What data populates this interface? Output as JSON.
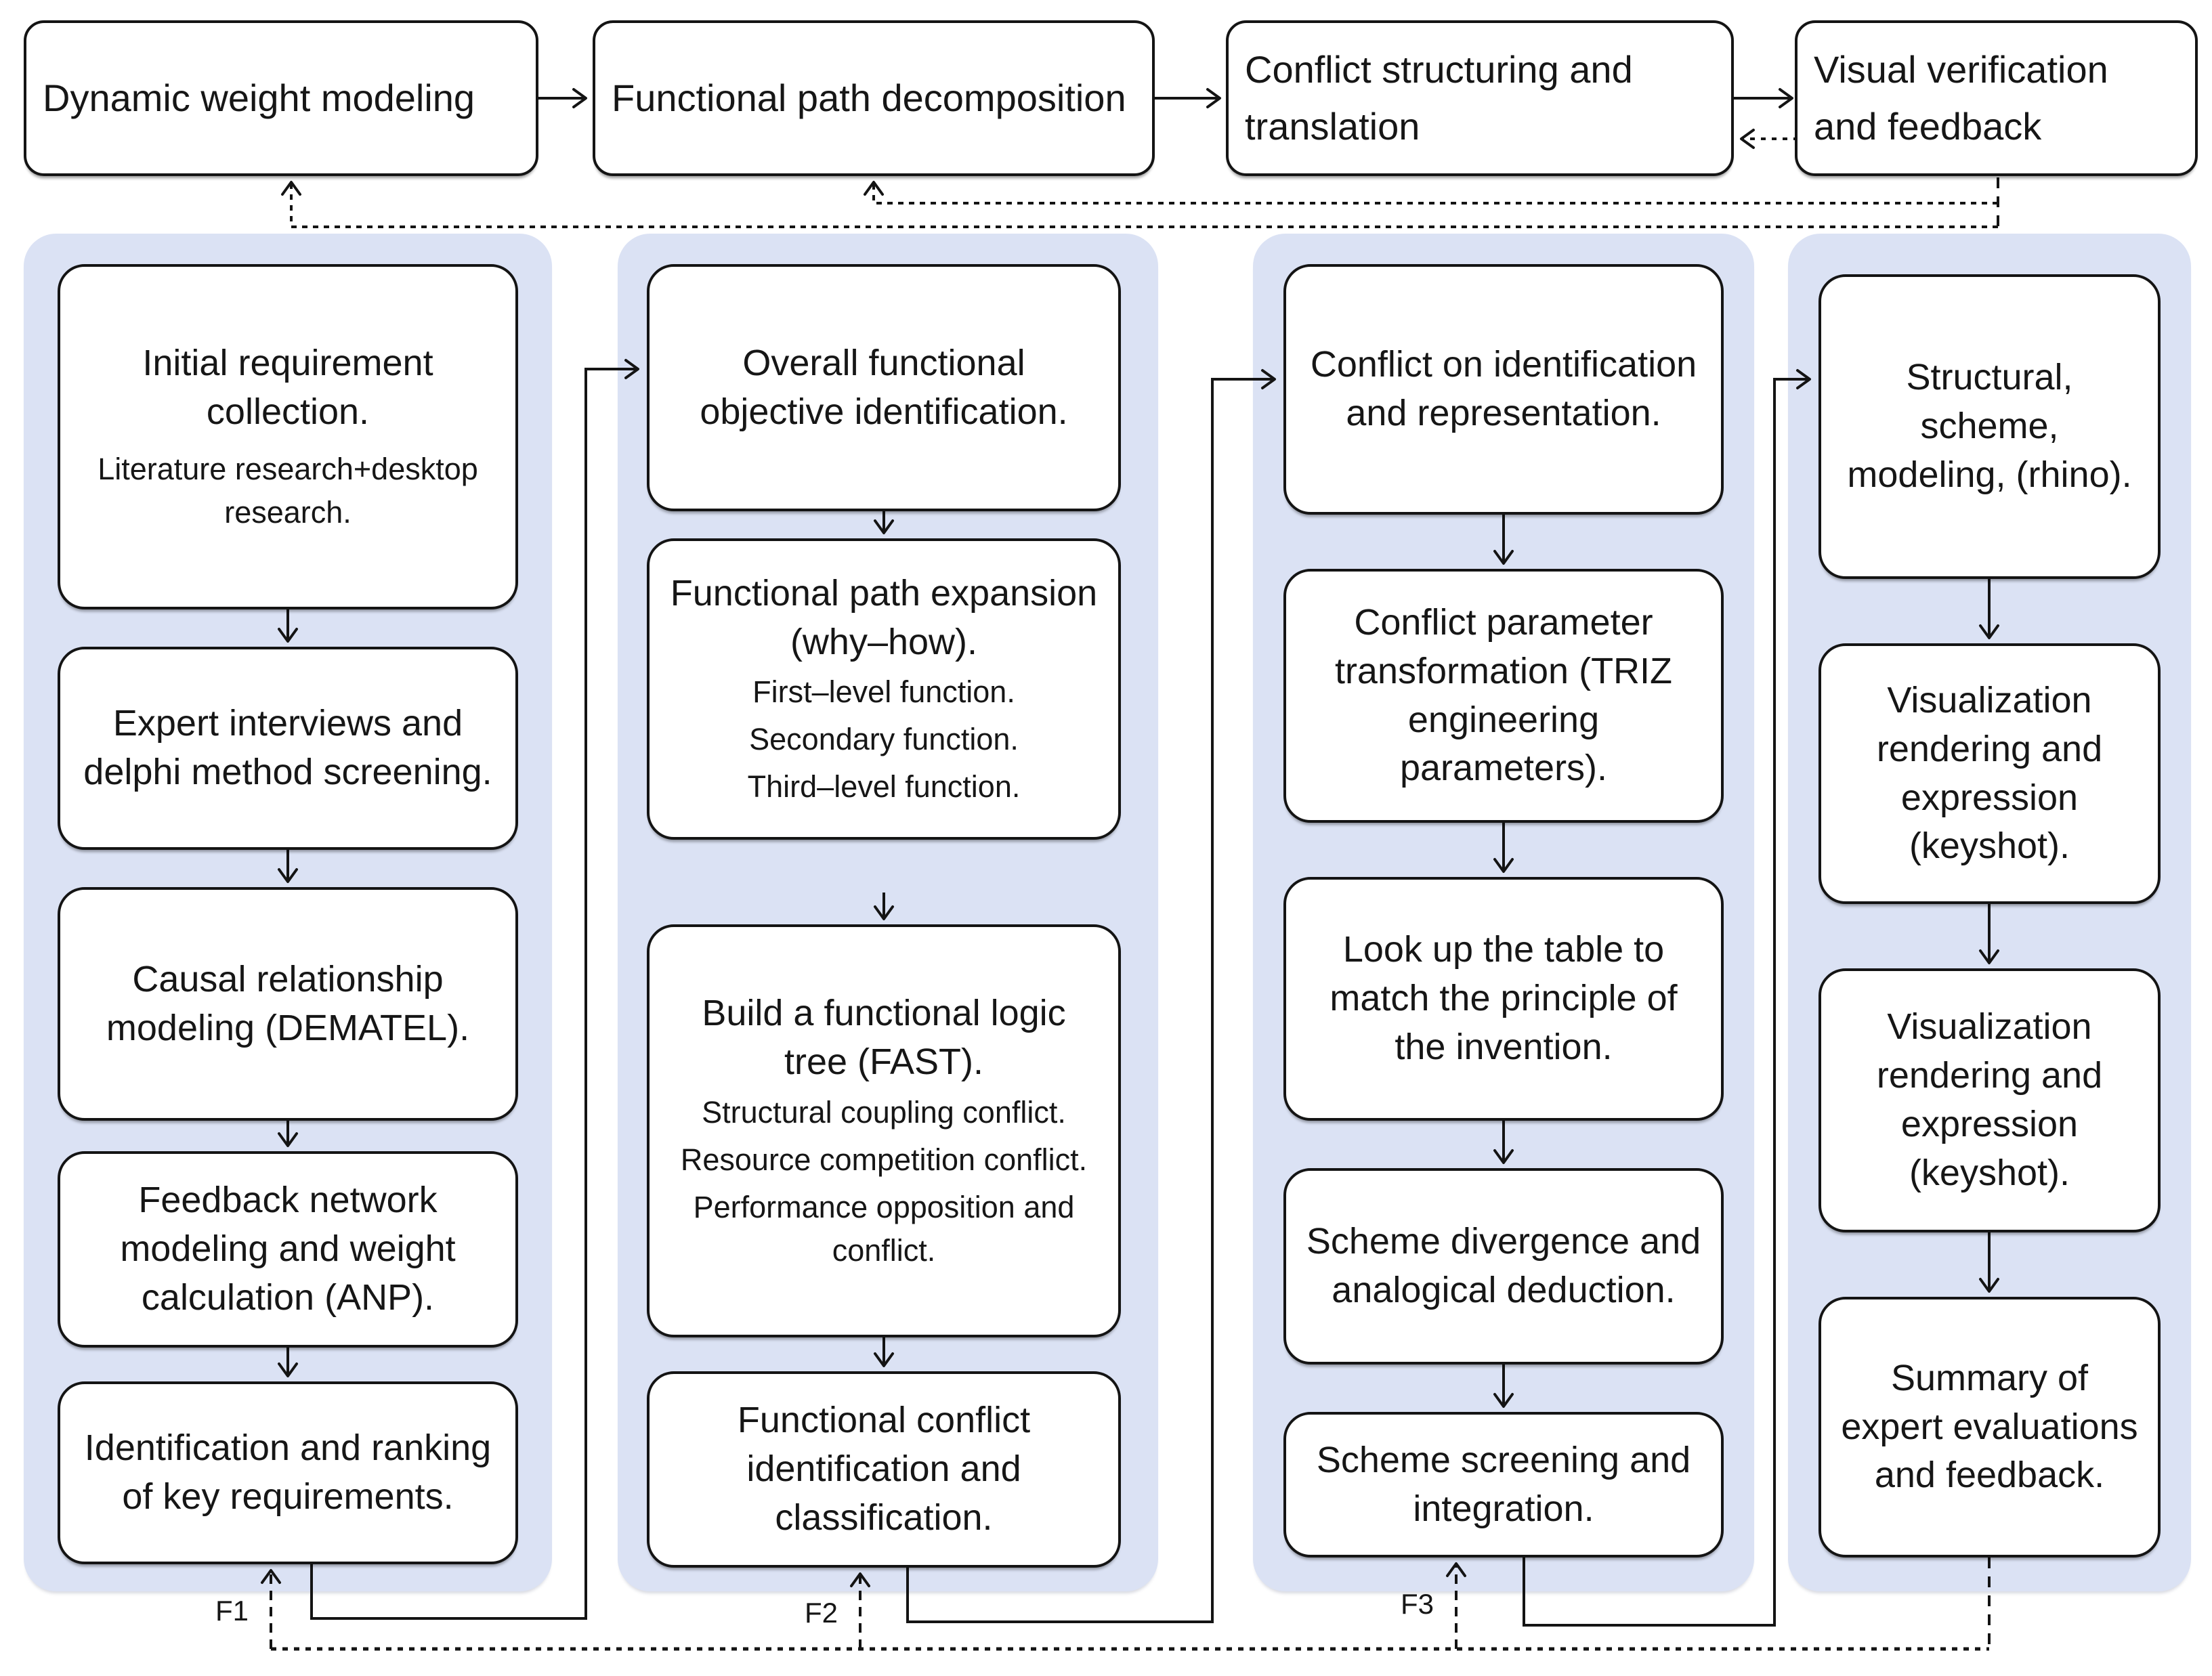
{
  "top_row": [
    {
      "label": "Dynamic weight modeling"
    },
    {
      "label": "Functional path decomposition"
    },
    {
      "label": "Conflict structuring and translation"
    },
    {
      "label": "Visual verification and feedback"
    }
  ],
  "columns": [
    {
      "feedback_label": "F1",
      "boxes": [
        {
          "title": "Initial requirement collection.",
          "subs": [
            "Literature research+desktop research."
          ]
        },
        {
          "title": "Expert interviews and delphi method screening."
        },
        {
          "title": "Causal relationship modeling (DEMATEL)."
        },
        {
          "title": "Feedback network modeling and weight calculation (ANP)."
        },
        {
          "title": "Identification and ranking of key requirements."
        }
      ]
    },
    {
      "feedback_label": "F2",
      "boxes": [
        {
          "title": "Overall functional objective identification."
        },
        {
          "title": "Functional path expansion (why–how).",
          "subs": [
            "First–level function.",
            "Secondary function.",
            "Third–level function."
          ]
        },
        {
          "title": "Build a functional logic tree (FAST).",
          "subs": [
            "Structural coupling conflict.",
            "Resource competition conflict.",
            "Performance opposition and conflict."
          ]
        },
        {
          "title": "Functional conflict identification and classification."
        }
      ]
    },
    {
      "feedback_label": "F3",
      "boxes": [
        {
          "title": "Conflict on identification and representation."
        },
        {
          "title": "Conflict parameter transformation (TRIZ engineering parameters)."
        },
        {
          "title": "Look up the table to match the principle of the invention."
        },
        {
          "title": "Scheme divergence and analogical deduction."
        },
        {
          "title": "Scheme screening and integration."
        }
      ]
    },
    {
      "boxes": [
        {
          "title": "Structural, scheme, modeling, (rhino)."
        },
        {
          "title": "Visualization rendering and expression (keyshot)."
        },
        {
          "title": "Visualization rendering and expression (keyshot)."
        },
        {
          "title": "Summary of expert evaluations and feedback."
        }
      ]
    }
  ],
  "colors": {
    "panel": "#dbe2f4",
    "box_fill": "#ffffff",
    "line": "#141414"
  }
}
